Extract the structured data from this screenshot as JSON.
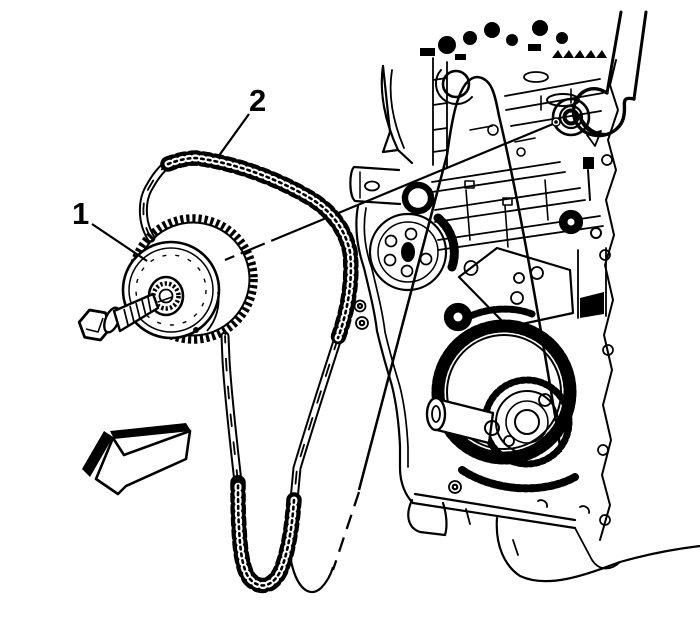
{
  "figure": {
    "kind": "service-manual-line-art",
    "colors": {
      "ink": "#000000",
      "paper": "#ffffff"
    },
    "callouts": [
      {
        "label": "1"
      },
      {
        "label": "2"
      }
    ],
    "icons": {
      "direction_arrow": "block-arrow-down-left"
    }
  }
}
